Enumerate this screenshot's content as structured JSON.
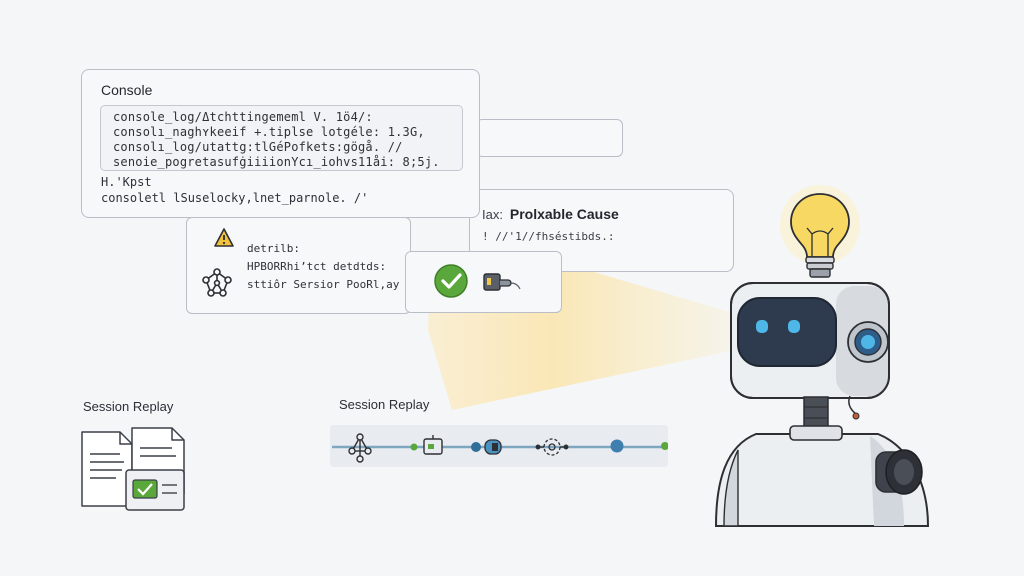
{
  "console": {
    "title": "Console",
    "code_lines": [
      "console_log/Δtchttingememl V. 1ö4/:",
      "consolı_naghʏkeeif +.tiplse lotgéle: 1.3G,",
      "consolı_log/utattg:tlGéPofkets:gögå. //",
      "senoie_pogretasufġiiiionYcı_iohvs11åi: 8;5j."
    ],
    "plain_lines": [
      "H.'Kpst",
      "consoletl lSuselocky,lnet_parnole. /'"
    ]
  },
  "probable_cause": {
    "prefix": "Iax:",
    "title": "Prolxable Cause",
    "subtitle": "! //'1//fhséstibds.:"
  },
  "details": {
    "lines": [
      "detrilb:",
      "HPBORRhi’tct detdtds:",
      "sttiôr Sersior PooRl,ay"
    ]
  },
  "labels": {
    "session_replay_left": "Session Replay",
    "session_replay_center": "Session Replay"
  },
  "icons": {
    "warning": "warning-icon",
    "network": "network-node-icon",
    "check": "check-circle-icon",
    "plug": "plug-icon",
    "documents": "documents-icon",
    "lightbulb": "lightbulb-icon",
    "robot": "robot-icon"
  },
  "colors": {
    "accent_green": "#58a43a",
    "highlight_yellow": "#f4d569",
    "robot_eye": "#4fb7e8",
    "timeline_line": "#7ea6bf"
  }
}
